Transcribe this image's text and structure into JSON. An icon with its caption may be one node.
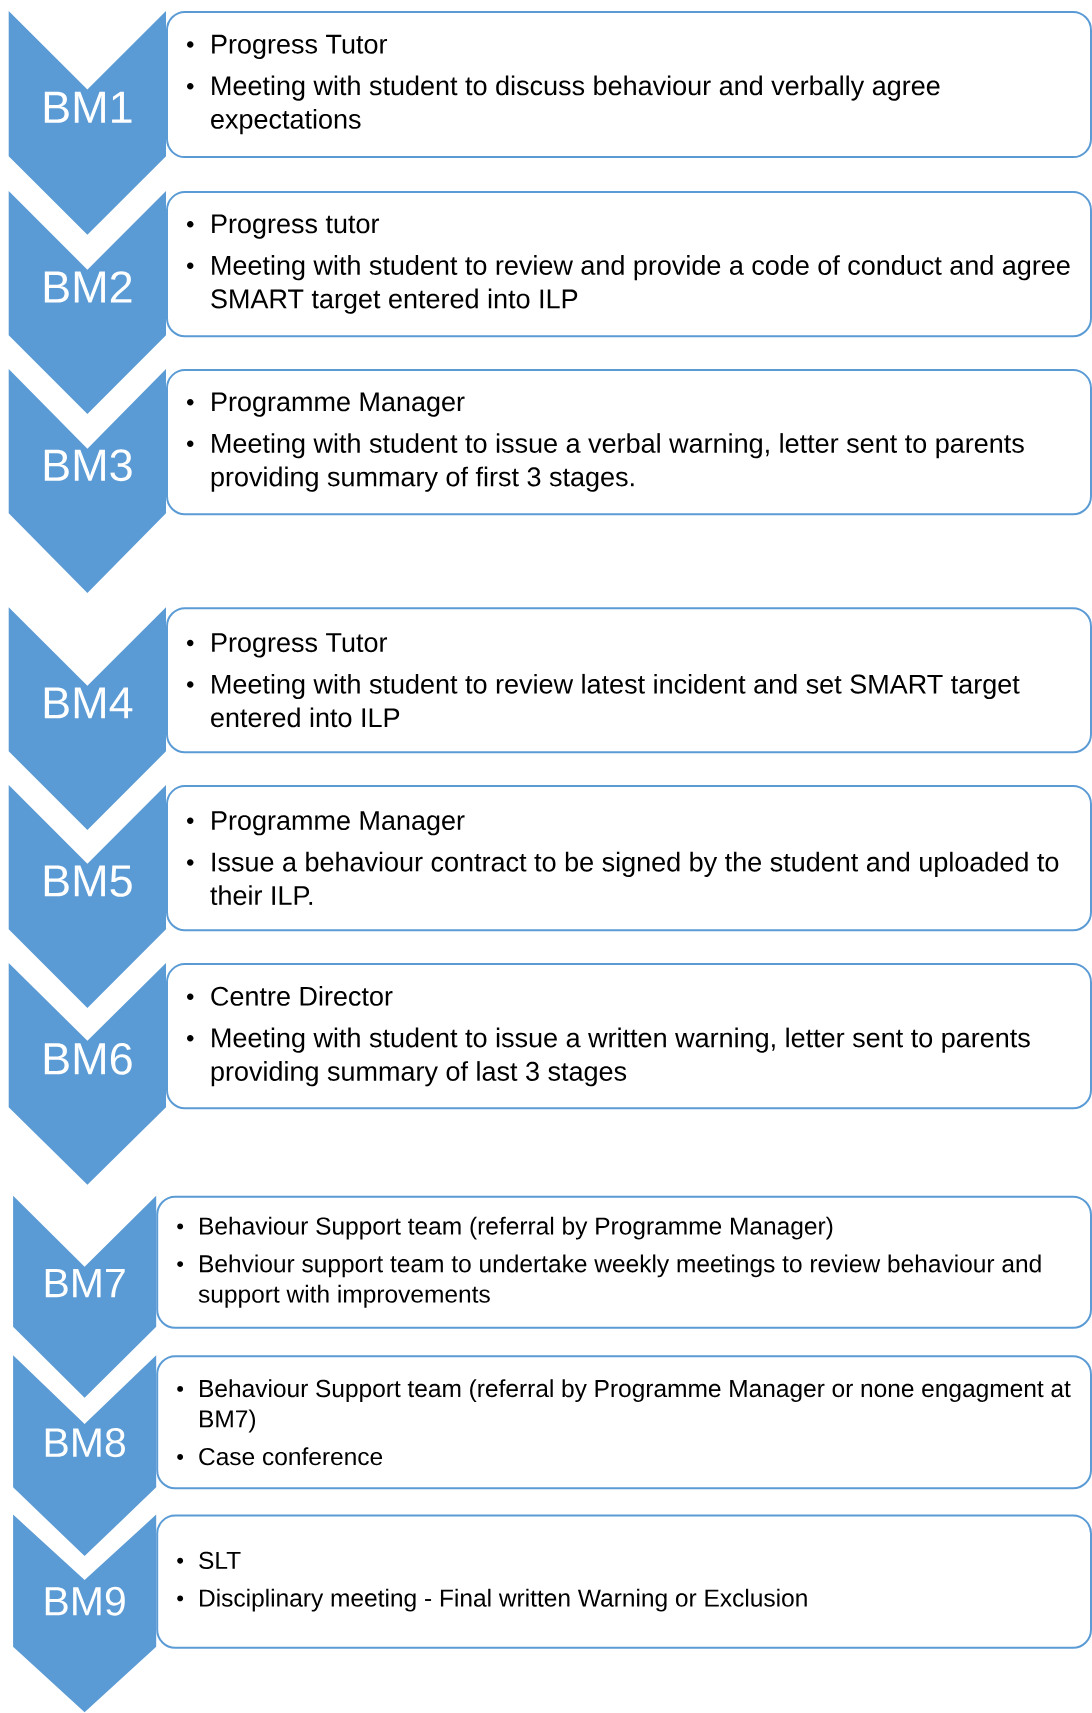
{
  "diagram": {
    "nodes": [
      {
        "text": [
          "BM1"
        ]
      },
      {
        "text": [
          "Progress Tutor",
          "Meeting with student to discuss behaviour and verbally agree expectations"
        ]
      },
      {
        "text": [
          "BM2"
        ]
      },
      {
        "text": [
          "Progress tutor",
          "Meeting with student to review and provide a code of conduct and agree  SMART target entered into ILP"
        ]
      },
      {
        "text": [
          "BM3"
        ]
      },
      {
        "text": [
          "Programme Manager",
          "Meeting with student to issue a verbal warning, letter sent to parents providing summary of first 3 stages."
        ]
      },
      {
        "text": [
          "BM4"
        ]
      },
      {
        "text": [
          "Progress Tutor",
          "Meeting with student to review latest incident and set SMART target entered into ILP"
        ]
      },
      {
        "text": [
          "BM5"
        ]
      },
      {
        "text": [
          "Programme Manager",
          "Issue a behaviour contract to be signed by the student and uploaded to their ILP."
        ]
      },
      {
        "text": [
          "BM6"
        ]
      },
      {
        "text": [
          "Centre Director",
          "Meeting with student to issue a written warning, letter sent to parents providing summary of last 3 stages"
        ]
      },
      {
        "text": [
          "BM7"
        ]
      },
      {
        "text": [
          "Behaviour Support team (referral by Programme Manager)",
          "Behviour support team to undertake weekly meetings to review behaviour and support with improvements"
        ]
      },
      {
        "text": [
          "BM8"
        ]
      },
      {
        "text": [
          "Behaviour Support team (referral by Programme Manager or none engagment at BM7)",
          "Case conference"
        ]
      },
      {
        "text": [
          "BM9"
        ]
      },
      {
        "text": [
          "SLT",
          "Disciplinary meeting - Final written Warning or Exclusion"
        ]
      }
    ]
  }
}
